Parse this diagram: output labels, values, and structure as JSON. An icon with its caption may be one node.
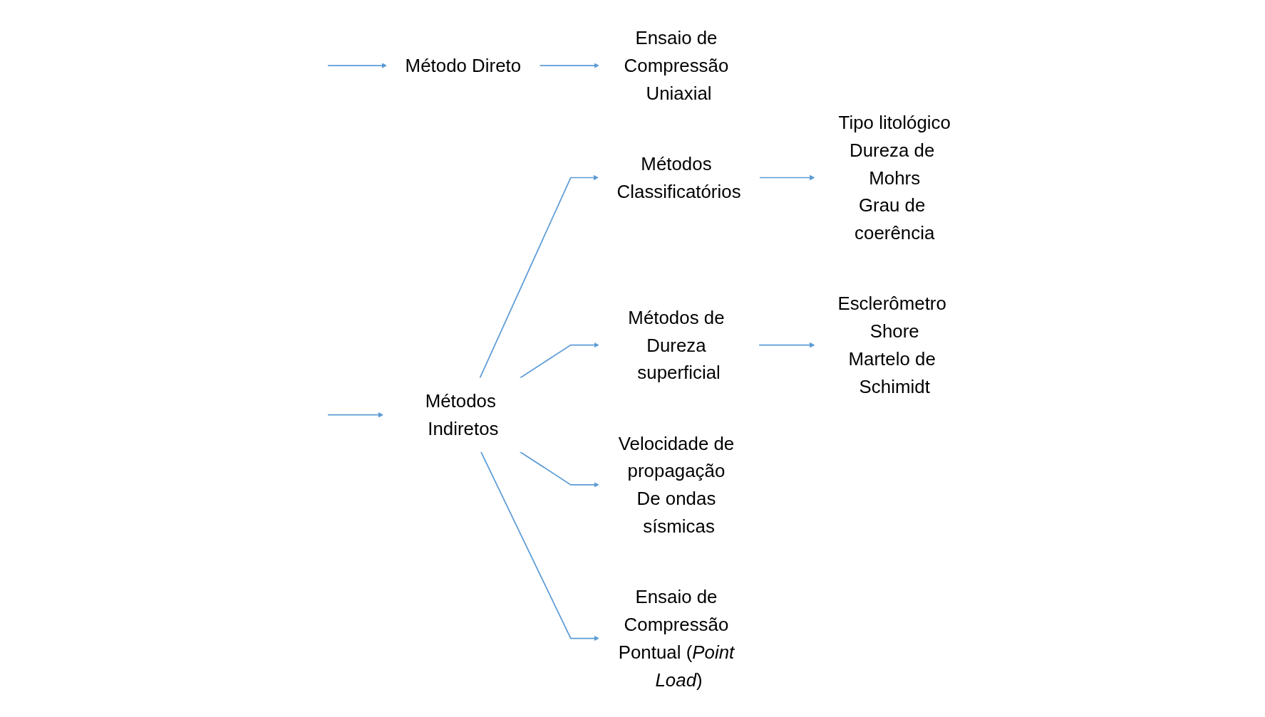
{
  "diagram": {
    "nodes": [
      {
        "text": [
          "Método Direto"
        ]
      },
      {
        "text": [
          "Ensaio de Compressão Uniaxial"
        ]
      },
      {
        "text": [
          "Métodos Indiretos"
        ]
      },
      {
        "text": [
          "Métodos Classificatórios"
        ]
      },
      {
        "text": [
          "Tipo litológico",
          "Dureza de Mohrs",
          "Grau de coerência"
        ]
      },
      {
        "text": [
          "Métodos de Dureza superficial"
        ]
      },
      {
        "text": [
          "Esclerômetro Shore",
          "Martelo de Schimidt"
        ]
      },
      {
        "text": [
          "Velocidade de propagação De ondas sísmicas"
        ]
      },
      {
        "text": [
          "Ensaio de Compressão Pontual (*Point Load*)"
        ]
      }
    ],
    "edges": [
      {
        "from": null,
        "to": 0,
        "arrow": "to"
      },
      {
        "from": null,
        "to": 2,
        "arrow": "to"
      },
      {
        "from": 0,
        "to": 1,
        "arrow": "to"
      },
      {
        "from": 2,
        "to": 3,
        "arrow": "to"
      },
      {
        "from": 2,
        "to": 5,
        "arrow": "to"
      },
      {
        "from": 2,
        "to": 7,
        "arrow": "to"
      },
      {
        "from": 2,
        "to": 8,
        "arrow": "to"
      },
      {
        "from": 3,
        "to": 4,
        "arrow": "to"
      },
      {
        "from": 5,
        "to": 6,
        "arrow": "to"
      }
    ]
  }
}
